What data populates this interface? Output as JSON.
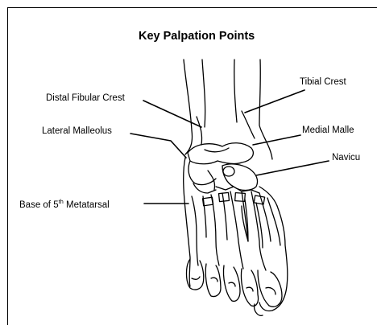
{
  "title": "Key Palpation Points",
  "labels": {
    "distal_fibular_crest": "Distal Fibular Crest",
    "lateral_malleolus": "Lateral Malleolus",
    "base_5th_prefix": "Base of 5",
    "base_5th_sup": "th",
    "base_5th_suffix": " Metatarsal",
    "tibial_crest": "Tibial Crest",
    "medial_malleolus": "Medial Malle",
    "navicular": "Navicu"
  },
  "colors": {
    "line": "#000000",
    "background": "#ffffff"
  }
}
